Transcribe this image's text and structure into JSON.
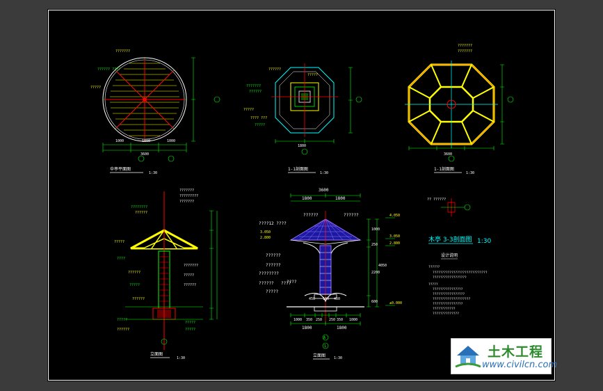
{
  "drawing": {
    "view1_title": "伞亭平面图",
    "view1_scale": "1:30",
    "view2_title": "1-1剖面图",
    "view2_scale": "1:30",
    "view3_title": "1-1剖面图",
    "view3_scale": "1:30",
    "view4_title": "立面图",
    "view4_scale": "1:30",
    "view5_title": "立面图",
    "view5_scale": "1:30",
    "view6_title": "木亭 3-3剖面图",
    "view6_scale": "1:30",
    "view6_note_title": "设计说明",
    "dims": {
      "top": "3600",
      "top_left": "1800",
      "top_right": "1800",
      "bottom_left": "1800",
      "bottom_right": "1800",
      "b1": "1000",
      "b2": "350",
      "b3": "250",
      "b4": "250",
      "b5": "350",
      "b6": "1000",
      "base_l": "450",
      "base_m": "100",
      "base_r": "450",
      "elev_top": "4.050",
      "elev_1": "3.050",
      "elev_2": "2.800",
      "elev_0": "±0.000",
      "left_elev": "3.050",
      "left_elev2": "2.800",
      "h1": "1000",
      "h2": "250",
      "h3": "2200",
      "h4": "600",
      "h_total": "4050",
      "axis_a": "A",
      "axis_1": "1"
    },
    "labels": {
      "q1": "??????",
      "q2": "??????",
      "q3": "????",
      "q4": "??????",
      "q5": "??????",
      "q6": "????????",
      "q7": "??????",
      "q8": "????12 ????",
      "q9": "????",
      "q10": "?????",
      "q11": "??????"
    }
  },
  "watermark": {
    "brand": "土木工程",
    "url": "www.civilcn.com"
  },
  "colors": {
    "background": "#000000",
    "frame": "#3b3b3b",
    "cyan": "#00ffff",
    "green": "#00ff00",
    "yellow": "#ffff00",
    "red": "#ff0000",
    "white": "#ffffff",
    "purple": "#9b6cff"
  }
}
